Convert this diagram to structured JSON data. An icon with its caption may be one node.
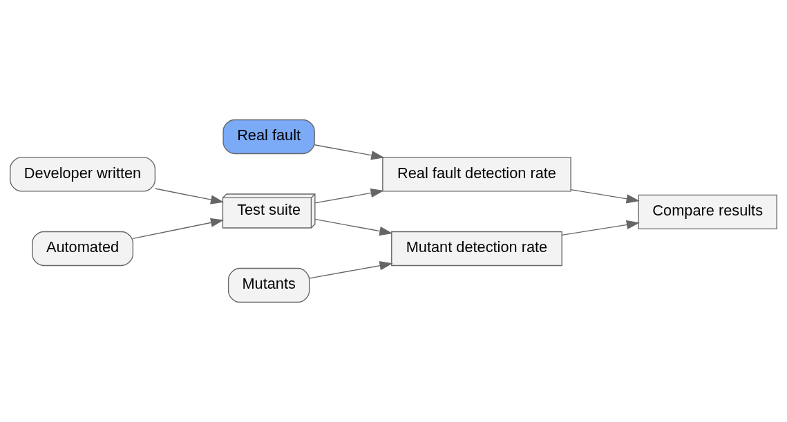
{
  "diagram": {
    "nodes": [
      {
        "text": [
          "Developer written"
        ]
      },
      {
        "text": [
          "Real fault"
        ]
      },
      {
        "text": [
          "Test suite"
        ]
      },
      {
        "text": [
          "Real fault detection rate"
        ]
      },
      {
        "text": [
          "Mutant detection rate"
        ]
      },
      {
        "text": [
          "Compare results"
        ]
      },
      {
        "text": [
          "Automated"
        ]
      },
      {
        "text": [
          "Mutants"
        ]
      }
    ],
    "edges": [
      {
        "from": 0,
        "to": 2,
        "arrow": "to"
      },
      {
        "from": 6,
        "to": 2,
        "arrow": "to"
      },
      {
        "from": 2,
        "to": 3,
        "arrow": "to"
      },
      {
        "from": 2,
        "to": 4,
        "arrow": "to"
      },
      {
        "from": 1,
        "to": 3,
        "arrow": "to"
      },
      {
        "from": 7,
        "to": 4,
        "arrow": "to"
      },
      {
        "from": 3,
        "to": 5,
        "arrow": "to"
      },
      {
        "from": 4,
        "to": 5,
        "arrow": "to"
      }
    ]
  }
}
